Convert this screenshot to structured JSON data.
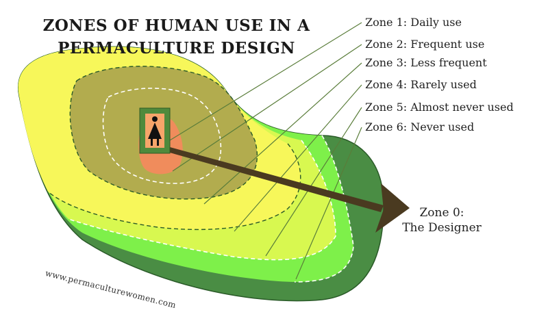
{
  "title": {
    "line1": "ZONES OF HUMAN USE IN A",
    "line2": "PERMACULTURE DESIGN"
  },
  "zones": [
    {
      "label": "Zone 1: Daily use",
      "color": "#f08c5c"
    },
    {
      "label": "Zone 2: Frequent use",
      "color": "#b2ac4e"
    },
    {
      "label": "Zone 3: Less frequent",
      "color": "#f7f75a"
    },
    {
      "label": "Zone 4: Rarely used",
      "color": "#d8f850"
    },
    {
      "label": "Zone 5: Almost never used",
      "color": "#7ef04a"
    },
    {
      "label": "Zone 6: Never used",
      "color": "#4a8d44"
    }
  ],
  "designer": {
    "line1": "Zone 0:",
    "line2": "The Designer",
    "icon": "woman-figure-icon",
    "frame_color": "#4f8a3c"
  },
  "website": "www.permaculturewomen.com",
  "colors": {
    "leader_line": "#5a7d3a",
    "arrow": "#4a3a20",
    "dashed_outline": "#ffffff"
  }
}
